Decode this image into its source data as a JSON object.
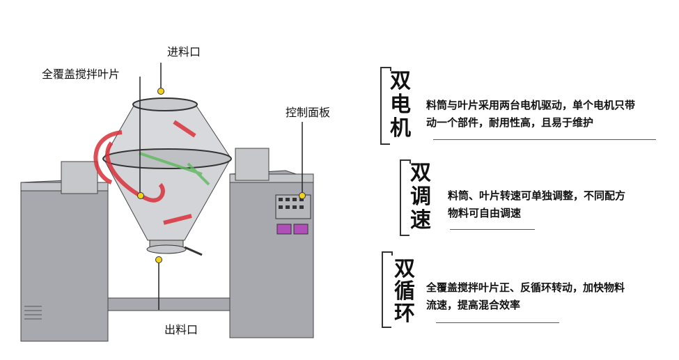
{
  "labels": {
    "inlet": "进料口",
    "blade": "全覆盖搅拌叶片",
    "panel": "控制面板",
    "outlet": "出料口"
  },
  "features": [
    {
      "title": [
        "双",
        "电",
        "机"
      ],
      "lines": [
        "料筒与叶片采用两台电机驱动，单个电机只带",
        "动一个部件，耐用性高，且易于维护"
      ]
    },
    {
      "title": [
        "双",
        "调",
        "速"
      ],
      "lines": [
        "料筒、叶片转速可单独调整，不同配方",
        "物料可自由调速"
      ]
    },
    {
      "title": [
        "双",
        "循",
        "环"
      ],
      "lines": [
        "全覆盖搅拌叶片正、反循环转动，加快物料",
        "流速，提高混合效率"
      ]
    }
  ],
  "colors": {
    "marker": "#f2d21b",
    "frame": "#9a9ca3",
    "blade": "#d9303a",
    "button": "#b04fb8"
  }
}
